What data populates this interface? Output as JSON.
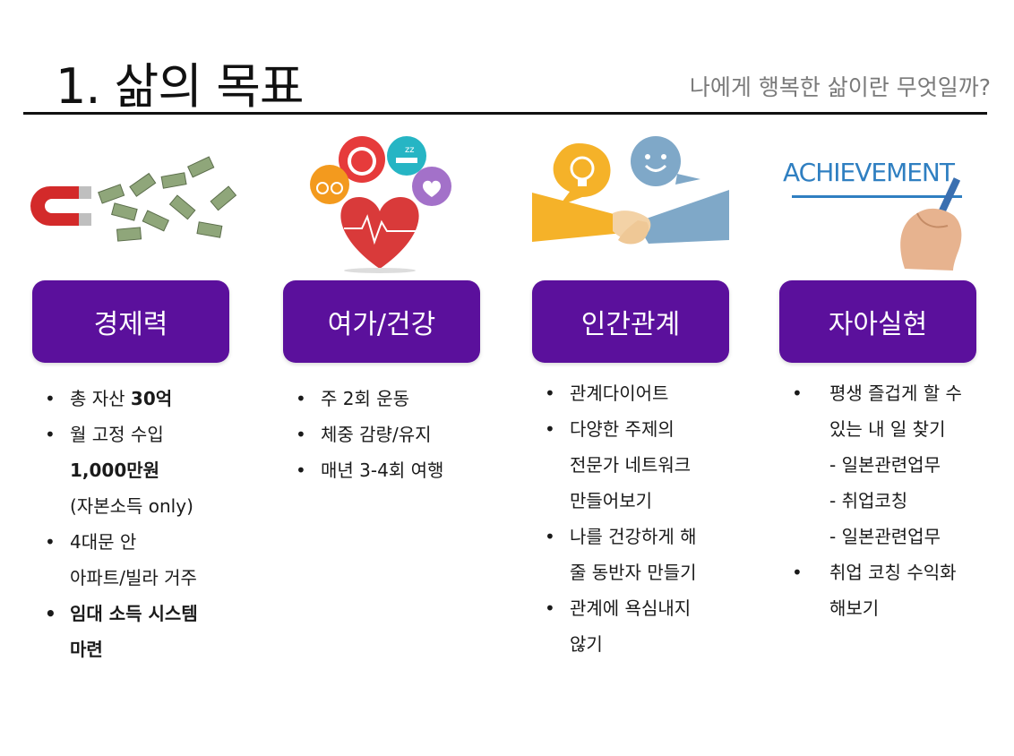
{
  "header": {
    "title": "1. 삶의 목표",
    "subtitle": "나에게 행복한 삶이란 무엇일까?"
  },
  "columns": [
    {
      "heading": "경제력",
      "illustration": "magnet-money-icon",
      "items": [
        {
          "type": "bul",
          "parts": [
            "총 자산 ",
            "30억"
          ]
        },
        {
          "type": "bul",
          "text": "월 고정 수입"
        },
        {
          "type": "cont",
          "text": "1,000만원",
          "bold": true
        },
        {
          "type": "cont",
          "text": "(자본소득 only)"
        },
        {
          "type": "bul",
          "text": "4대문 안"
        },
        {
          "type": "cont",
          "text": "아파트/빌라 거주"
        },
        {
          "type": "bul",
          "text": "임대 소득 시스템",
          "bold": true
        },
        {
          "type": "cont",
          "text": "마련",
          "bold": true
        }
      ]
    },
    {
      "heading": "여가/건강",
      "illustration": "health-heart-icon",
      "items": [
        {
          "type": "bul",
          "text": "주 2회 운동"
        },
        {
          "type": "bul",
          "text": "체중 감량/유지"
        },
        {
          "type": "bul",
          "text": "매년 3-4회 여행"
        }
      ]
    },
    {
      "heading": "인간관계",
      "illustration": "handshake-icon",
      "items": [
        {
          "type": "bul",
          "text": "관계다이어트"
        },
        {
          "type": "bul",
          "text": "다양한 주제의"
        },
        {
          "type": "cont",
          "text": "전문가 네트워크"
        },
        {
          "type": "cont",
          "text": "만들어보기"
        },
        {
          "type": "bul",
          "text": "나를 건강하게 해"
        },
        {
          "type": "cont",
          "text": "줄 동반자 만들기"
        },
        {
          "type": "bul",
          "text": "관계에 욕심내지"
        },
        {
          "type": "cont",
          "text": "않기"
        }
      ]
    },
    {
      "heading": "자아실현",
      "illustration": "achievement-icon",
      "illustration_text": "ACHIEVEMENT",
      "items": [
        {
          "type": "bul",
          "text": "평생 즐겁게 할 수"
        },
        {
          "type": "cont",
          "text": "있는 내 일 찾기"
        },
        {
          "type": "sub",
          "text": "- 일본관련업무"
        },
        {
          "type": "sub",
          "text": "- 취업코칭"
        },
        {
          "type": "sub",
          "text": "- 일본관련업무"
        },
        {
          "type": "bul",
          "text": "취업 코칭 수익화"
        },
        {
          "type": "cont",
          "text": "해보기"
        }
      ]
    }
  ],
  "colors": {
    "card": "#5b109c",
    "subtitle": "#7a7a7a"
  }
}
